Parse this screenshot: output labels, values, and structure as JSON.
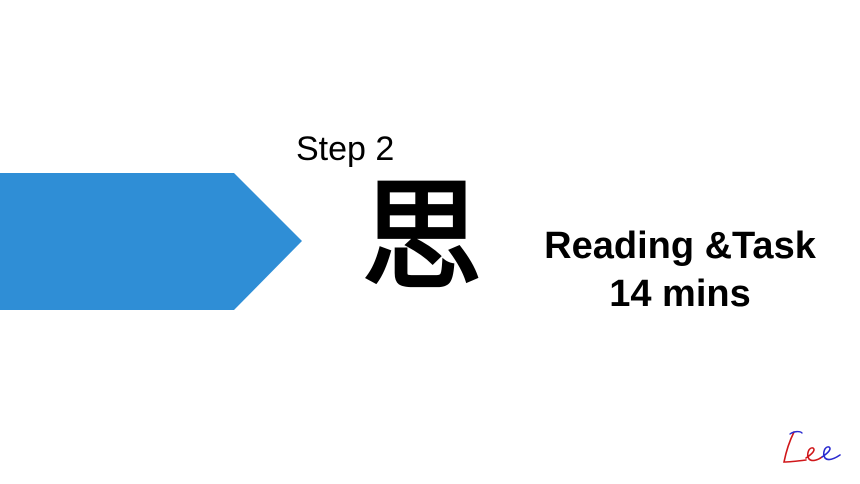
{
  "slide": {
    "step_label": "Step 2",
    "big_character": "思",
    "task_title": "Reading &Task",
    "task_duration": "14 mins",
    "signature_text": "Lee"
  },
  "colors": {
    "arrow_fill": "#2f8ed6",
    "text": "#000000",
    "signature_red": "#d0171a",
    "signature_blue": "#2a2ad0",
    "background": "#ffffff"
  },
  "icons": {
    "arrow": "pentagon-arrow-right",
    "signature": "handwritten-signature"
  }
}
